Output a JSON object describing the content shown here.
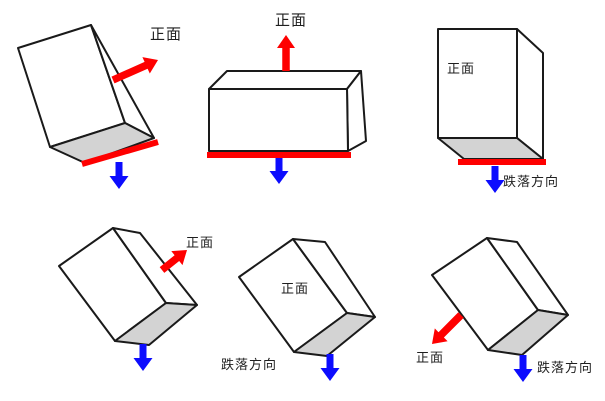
{
  "colors": {
    "front_arrow_red": "#fe0000",
    "drop_arrow_blue": "#0c0cfe",
    "bottom_face_gray": "#d3d3d3",
    "outline_black": "#1a1a1a",
    "background": "#ffffff"
  },
  "panels": [
    {
      "front_label": "正面"
    },
    {
      "front_label": "正面"
    },
    {
      "front_label": "正面",
      "drop_label": "跌落方向"
    },
    {
      "front_label": "正面"
    },
    {
      "front_label": "正面",
      "drop_label": "跌落方向"
    },
    {
      "front_label": "正面",
      "drop_label": "跌落方向"
    }
  ]
}
